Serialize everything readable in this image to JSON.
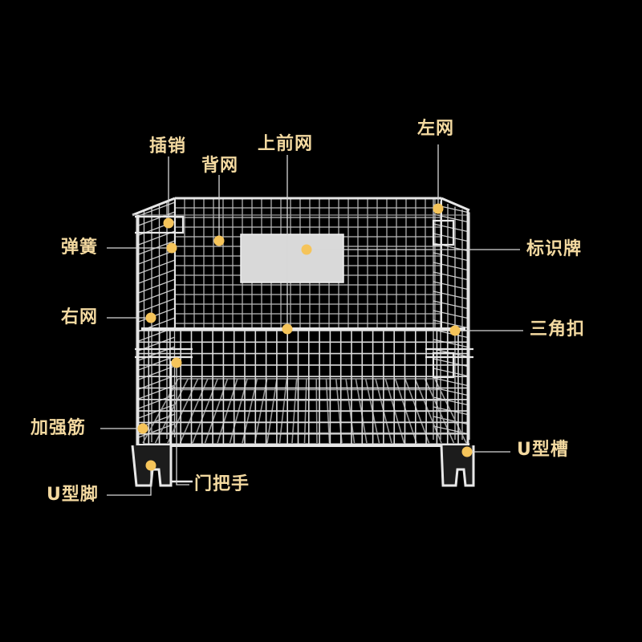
{
  "colors": {
    "background": "#000000",
    "label_text": "#f3d9a0",
    "callout_dot": "#f5c45a",
    "leader_line": "#d8d8d8",
    "wire": "#d4d4d4",
    "sign_plate": "#d9d9d9"
  },
  "callouts": {
    "insert_pin": "插销",
    "back_mesh": "背网",
    "upper_front_mesh": "上前网",
    "left_mesh": "左网",
    "spring": "弹簧",
    "id_plate": "标识牌",
    "right_mesh": "右网",
    "triangle_buckle": "三角扣",
    "reinforcing_rib": "加强筋",
    "u_channel": "U型槽",
    "u_foot": "U型脚",
    "door_handle": "门把手"
  }
}
